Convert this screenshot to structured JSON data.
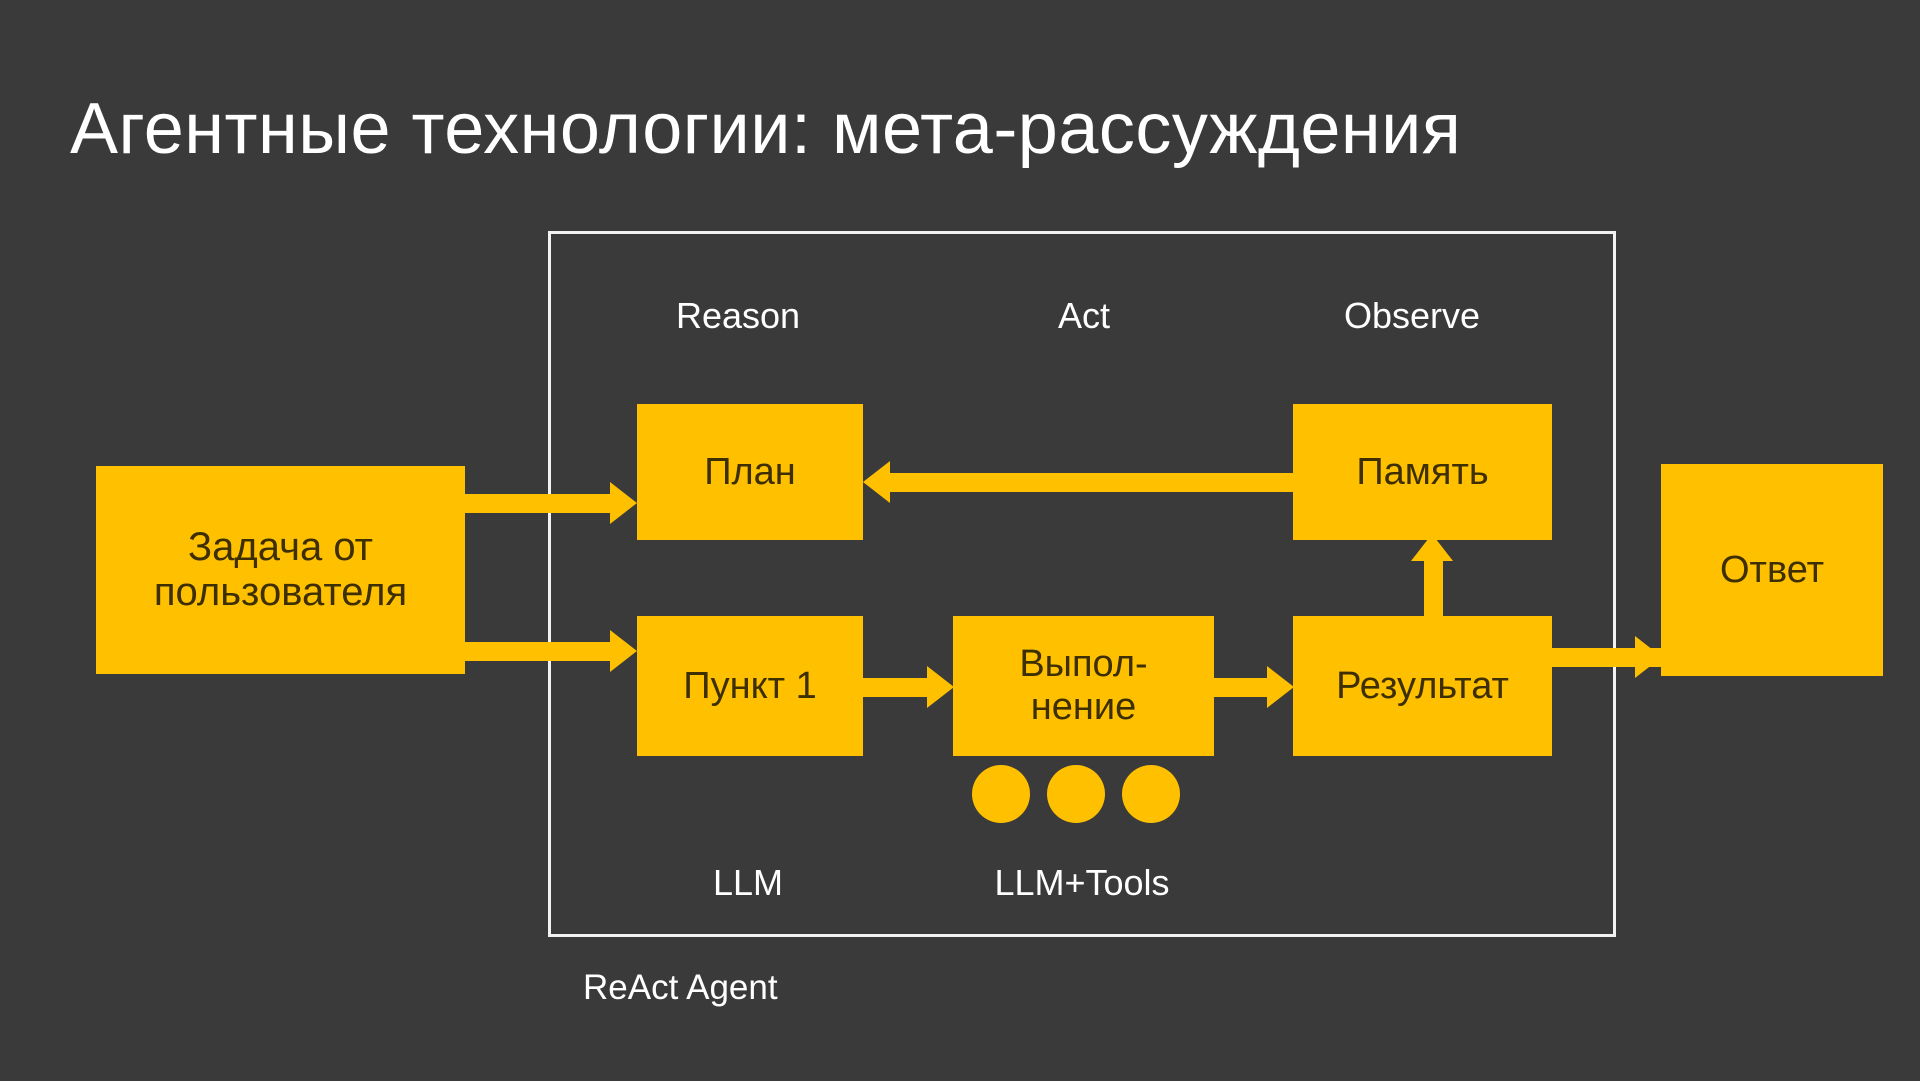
{
  "slide": {
    "title": "Агентные технологии: мета-рассуждения",
    "background_color": "#3a3a3a",
    "accent_color": "#ffc000",
    "text_color": "#ffffff",
    "node_text_color": "#3d2f00"
  },
  "container": {
    "label": "ReAct Agent",
    "border_color": "#f2f2f2"
  },
  "phases": [
    {
      "label": "Reason"
    },
    {
      "label": "Act"
    },
    {
      "label": "Observe"
    }
  ],
  "sub_labels": [
    {
      "label": "LLM"
    },
    {
      "label": "LLM+Tools"
    }
  ],
  "nodes": [
    {
      "id": "task",
      "label": "Задача от пользователя"
    },
    {
      "id": "plan",
      "label": "План"
    },
    {
      "id": "item1",
      "label": "Пункт 1"
    },
    {
      "id": "exec",
      "label": "Выпол-\nнение"
    },
    {
      "id": "result",
      "label": "Результат"
    },
    {
      "id": "memory",
      "label": "Память"
    },
    {
      "id": "answer",
      "label": "Ответ"
    }
  ],
  "exec_dots": {
    "count": 3,
    "color": "#ffc000"
  },
  "chart_data": {
    "type": "diagram",
    "title": "Агентные технологии: мета-рассуждения",
    "nodes": [
      "Задача от пользователя",
      "План",
      "Пункт 1",
      "Выпол-нение",
      "Результат",
      "Память",
      "Ответ"
    ],
    "edges": [
      {
        "from": "Задача от пользователя",
        "to": "План",
        "direction": "right"
      },
      {
        "from": "Задача от пользователя",
        "to": "Пункт 1",
        "direction": "right"
      },
      {
        "from": "Пункт 1",
        "to": "Выпол-нение",
        "direction": "right"
      },
      {
        "from": "Выпол-нение",
        "to": "Результат",
        "direction": "right"
      },
      {
        "from": "Результат",
        "to": "Ответ",
        "direction": "right"
      },
      {
        "from": "Результат",
        "to": "Память",
        "direction": "up"
      },
      {
        "from": "Память",
        "to": "План",
        "direction": "left"
      }
    ],
    "groups": [
      {
        "label": "ReAct Agent",
        "members": [
          "План",
          "Пункт 1",
          "Выпол-нение",
          "Результат",
          "Память"
        ]
      }
    ],
    "annotations": [
      "Reason",
      "Act",
      "Observe",
      "LLM",
      "LLM+Tools"
    ]
  }
}
